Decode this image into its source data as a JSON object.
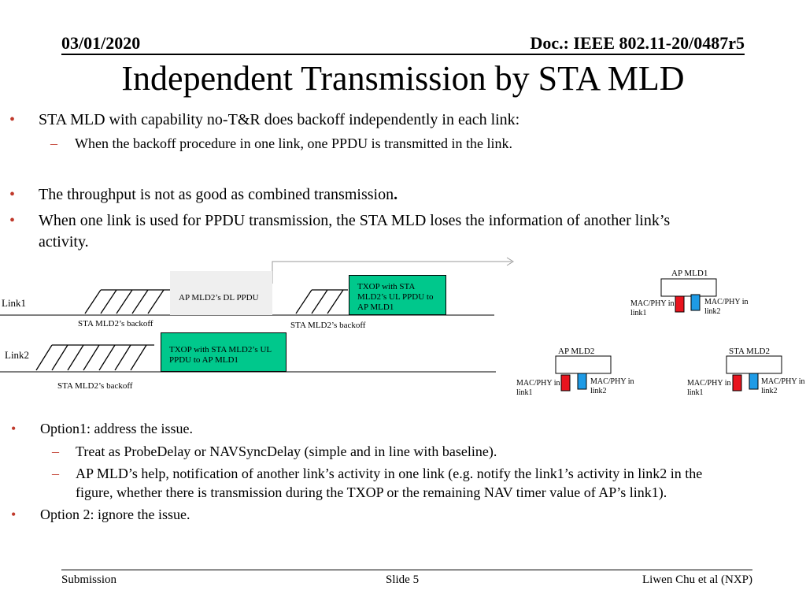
{
  "header": {
    "date": "03/01/2020",
    "doc": "Doc.: IEEE 802.11-20/0487r5"
  },
  "title": "Independent Transmission by STA MLD",
  "bullets_top": [
    {
      "level": 1,
      "marker": "•",
      "text": "STA MLD with capability no-T&R does backoff independently in each link:"
    },
    {
      "level": 2,
      "marker": "–",
      "text": "When the backoff procedure in one link, one PPDU is transmitted in the link."
    },
    {
      "level": 1,
      "marker": "•",
      "text": "The throughput is not as good as combined transmission"
    },
    {
      "level": 1,
      "marker": "•",
      "text": "When one link is used for PPDU transmission, the STA MLD loses the information of another link’s"
    },
    {
      "level": 1,
      "marker": "",
      "text": "activity."
    }
  ],
  "bold_period": ".",
  "diagram": {
    "link1_label": "Link1",
    "link2_label": "Link2",
    "ap_dl_ppdu": "AP  MLD2’s DL PPDU",
    "txop_link1": "TXOP with STA MLD2’s UL PPDU to AP MLD1",
    "txop_link2": "TXOP with STA MLD2’s UL PPDU to AP MLD1",
    "backoff_1a": "STA MLD2’s backoff",
    "backoff_1b": "STA MLD2’s backoff",
    "backoff_2": "STA MLD2’s backoff",
    "colors": {
      "green": "#00c88c",
      "red": "#e8141e",
      "blue": "#1e9be6",
      "gray": "#efefef"
    }
  },
  "mlds": {
    "ap_mld1": {
      "name": "AP MLD1",
      "left": "MAC/PHY in link1",
      "right": "MAC/PHY in link2"
    },
    "ap_mld2": {
      "name": "AP MLD2",
      "left": "MAC/PHY in link1",
      "right": "MAC/PHY in link2"
    },
    "sta_mld2": {
      "name": "STA MLD2",
      "left": "MAC/PHY in link1",
      "right": "MAC/PHY in link2"
    }
  },
  "bullets_bottom": [
    {
      "level": 1,
      "marker": "•",
      "text": "Option1: address the issue."
    },
    {
      "level": 2,
      "marker": "–",
      "text": "Treat as ProbeDelay or NAVSyncDelay (simple and in line with baseline)."
    },
    {
      "level": 2,
      "marker": "–",
      "text": "AP MLD’s help, notification of another link’s activity in one link (e.g. notify the link1’s activity in link2 in the"
    },
    {
      "level": 2,
      "marker": "",
      "text": "figure, whether there is transmission during the TXOP or the remaining NAV timer value of AP’s link1)."
    },
    {
      "level": 1,
      "marker": "•",
      "text": "Option 2: ignore the issue."
    }
  ],
  "footer": {
    "left": "Submission",
    "center": "Slide 5",
    "right": "Liwen Chu et al (NXP)"
  }
}
